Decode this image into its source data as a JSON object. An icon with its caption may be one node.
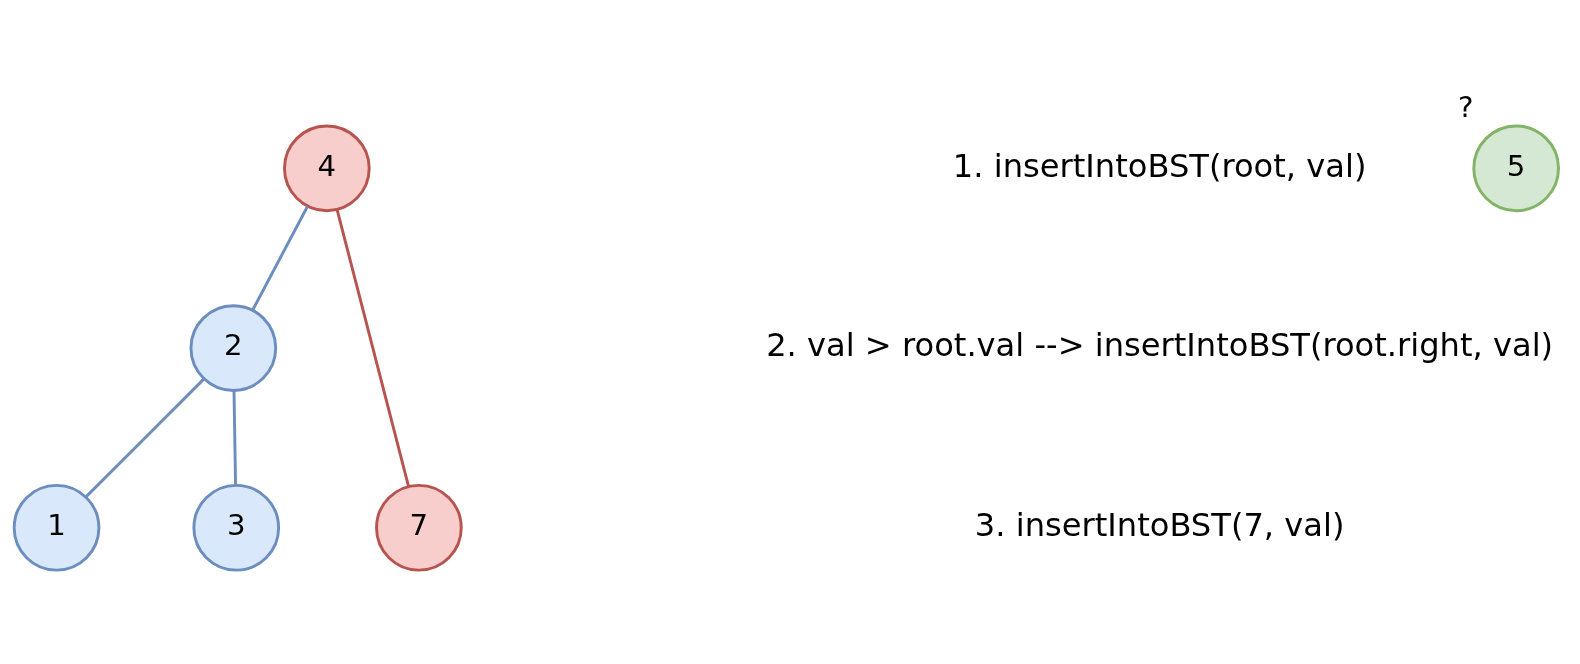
{
  "diagram": {
    "nodes": [
      {
        "text": [
          "4"
        ]
      },
      {
        "text": [
          "5"
        ],
        "beside": [
          "?"
        ]
      },
      {
        "text": [
          "2"
        ]
      },
      {
        "text": [
          "7"
        ]
      },
      {
        "text": [
          "1"
        ]
      },
      {
        "text": [
          "3"
        ]
      }
    ],
    "edges": [
      {
        "from": 0,
        "to": 2,
        "arrow": "none"
      },
      {
        "from": 0,
        "to": 3,
        "arrow": "none",
        "color": "#b85450"
      },
      {
        "from": 2,
        "to": 4,
        "arrow": "none"
      },
      {
        "from": 2,
        "to": 5,
        "arrow": "none"
      }
    ],
    "labels": [
      "1. insertIntoBST(root, val)",
      "2. val > root.val --> insertIntoBST(root.right, val)",
      "3. insertIntoBST(7, val)"
    ]
  }
}
